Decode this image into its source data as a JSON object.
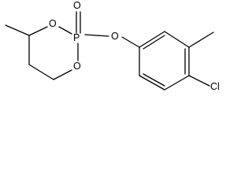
{
  "molecule": {
    "atoms": {
      "O_carbonyl": "O",
      "P": "P",
      "O_ring_top": "O",
      "O_ring_bottom": "O",
      "O_ester": "O",
      "Cl": "Cl"
    }
  },
  "colors": {
    "bond": "#000000",
    "label": "#000000",
    "background": "#ffffff"
  }
}
